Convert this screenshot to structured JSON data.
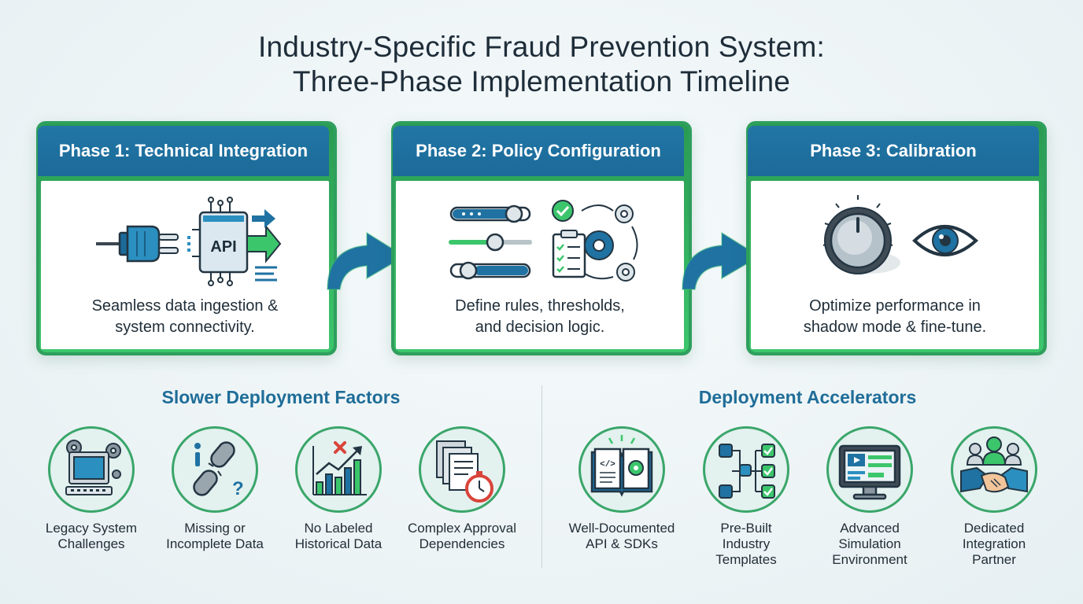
{
  "title": {
    "line1": "Industry-Specific Fraud Prevention System:",
    "line2": "Three-Phase Implementation Timeline"
  },
  "phases": [
    {
      "title": "Phase 1: Technical Integration",
      "desc_line1": "Seamless data ingestion &",
      "desc_line2": "system connectivity.",
      "icon_text": "API",
      "icons": [
        "plug-icon",
        "api-chip-icon",
        "arrow-right-icon"
      ]
    },
    {
      "title": "Phase 2: Policy Configuration",
      "desc_line1": "Define rules, thresholds,",
      "desc_line2": "and decision logic.",
      "icons": [
        "sliders-icon",
        "checklist-icon",
        "gears-icon"
      ]
    },
    {
      "title": "Phase 3: Calibration",
      "desc_line1": "Optimize performance in",
      "desc_line2": "shadow mode & fine-tune.",
      "icons": [
        "dial-icon",
        "eye-icon"
      ]
    }
  ],
  "slower": {
    "title": "Slower Deployment Factors",
    "items": [
      {
        "line1": "Legacy System",
        "line2": "Challenges",
        "icon": "legacy-computer-icon"
      },
      {
        "line1": "Missing or",
        "line2": "Incomplete Data",
        "icon": "broken-chain-icon"
      },
      {
        "line1": "No Labeled",
        "line2": "Historical Data",
        "icon": "bar-chart-x-icon"
      },
      {
        "line1": "Complex Approval",
        "line2": "Dependencies",
        "icon": "documents-stopwatch-icon"
      }
    ]
  },
  "accelerators": {
    "title": "Deployment Accelerators",
    "items": [
      {
        "line1": "Well-Documented",
        "line2": "API & SDKs",
        "line3": "",
        "icon": "open-book-code-icon"
      },
      {
        "line1": "Pre-Built",
        "line2": "Industry",
        "line3": "Templates",
        "icon": "template-flow-icon"
      },
      {
        "line1": "Advanced",
        "line2": "Simulation",
        "line3": "Environment",
        "icon": "monitor-simulation-icon"
      },
      {
        "line1": "Dedicated",
        "line2": "Integration",
        "line3": "Partner",
        "icon": "handshake-team-icon"
      }
    ]
  },
  "colors": {
    "header_blue": "#1f72a2",
    "border_green": "#35b865",
    "section_blue": "#1f6d98",
    "title_dark": "#1e2d39"
  }
}
